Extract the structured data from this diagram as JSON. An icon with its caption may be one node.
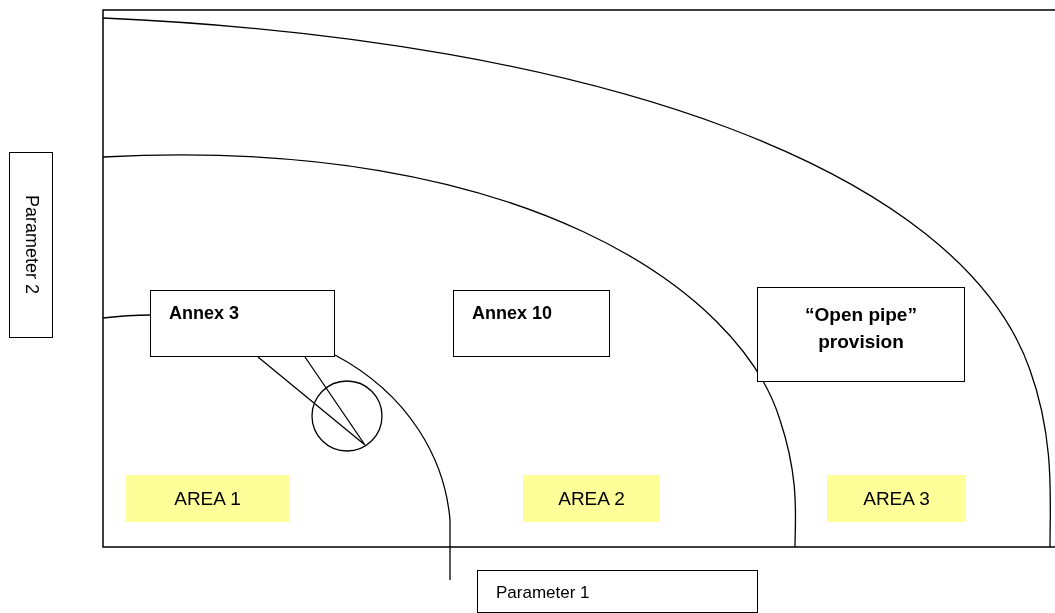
{
  "diagram": {
    "nodes": [
      {
        "text": [
          "Parameter 2"
        ]
      },
      {
        "text": [
          "Annex 3"
        ]
      },
      {
        "text": [
          "Annex 10"
        ]
      },
      {
        "text": [
          "“Open pipe” provision"
        ]
      },
      {
        "text": [
          "AREA 1"
        ]
      },
      {
        "text": [
          "AREA 2"
        ]
      },
      {
        "text": [
          "AREA 3"
        ]
      },
      {
        "text": [],
        "shape": "circle"
      },
      {
        "text": [
          "Parameter 1"
        ]
      }
    ],
    "edges": [
      {
        "from": 1,
        "to": 7,
        "arrow": "none"
      }
    ]
  }
}
